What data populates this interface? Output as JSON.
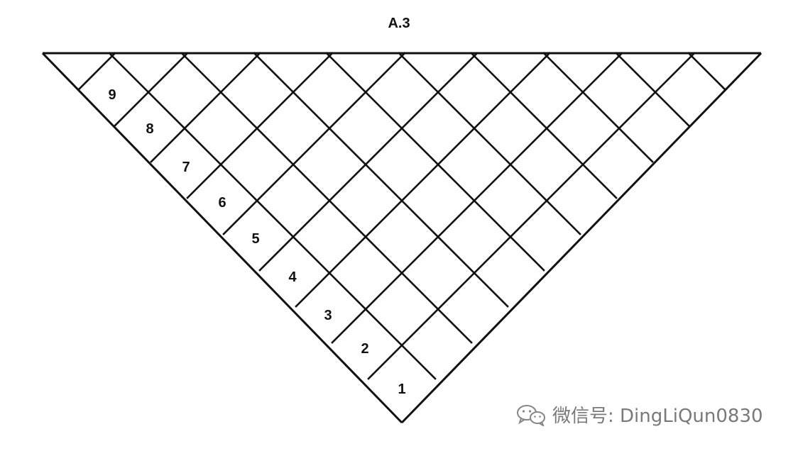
{
  "title": "A.3",
  "cell_numbers": [
    "1",
    "2",
    "3",
    "4",
    "5",
    "6",
    "7",
    "8",
    "9"
  ],
  "watermark": {
    "text": "微信号: DingLiQun0830",
    "icon": "wechat-icon"
  },
  "colors": {
    "line": "#111111",
    "background": "#ffffff",
    "watermark": "#6b6b6b"
  }
}
